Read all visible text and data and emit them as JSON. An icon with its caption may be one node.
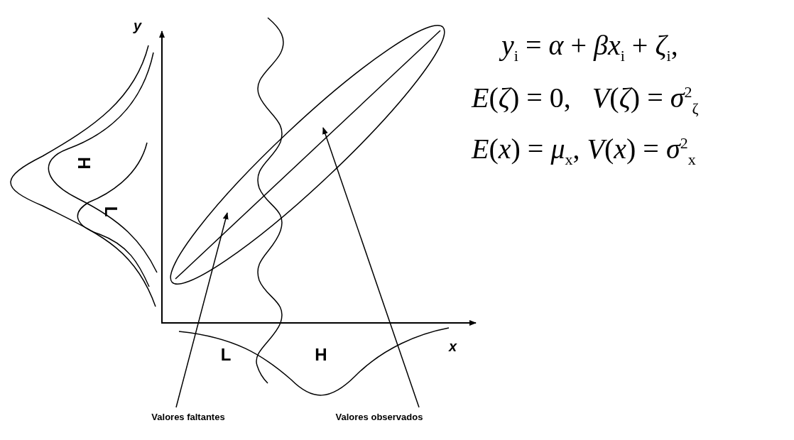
{
  "diagram": {
    "nodes": [
      {
        "text": [
          "Valores faltantes"
        ]
      },
      {
        "text": [
          "Valores observados"
        ]
      }
    ],
    "edges": [
      {
        "from": 0,
        "to": null,
        "arrow": "to"
      },
      {
        "from": 1,
        "to": null,
        "arrow": "to"
      }
    ],
    "labels": [
      "y",
      "*y*$_{i}$ = *α* + *βx*$_{i}$ + *ζ*$_{i}$,",
      "*E*(*ζ*) = 0,   *V*(*ζ*) = *σ*$^{2}$$_{ζ}$",
      "*E*(*x*) = *μ*$_{x}$, *V*(*x*) = *σ*$^{2}$$_{x}$",
      "H",
      "L",
      "L",
      "H",
      "x"
    ]
  }
}
